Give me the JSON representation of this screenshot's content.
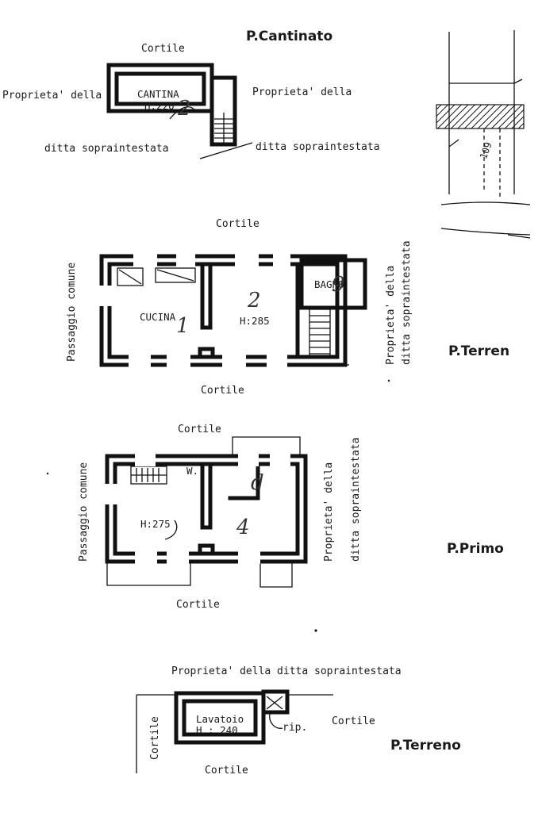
{
  "cantinato": {
    "title": "P.Cantinato",
    "top_label": "Cortile",
    "left_label": "Proprieta' della",
    "right_label": "Proprieta' della",
    "bottom_left": "ditta  sopraintestata",
    "bottom_right": "ditta  sopraintestata",
    "room_name": "CANTINA",
    "room_height": "H:220",
    "hand_mark": "2"
  },
  "terreno": {
    "title": "P.Terren",
    "top_label": "Cortile",
    "bottom_label": "Cortile",
    "left_label": "Passaggio comune",
    "right_label_1": "Proprieta' della",
    "right_label_2": "ditta  sopraintestata",
    "kitchen": "CUCINA",
    "bath": "BAGNO",
    "room_height": "H:285",
    "hand_1": "1",
    "hand_2": "2",
    "hand_3": "9"
  },
  "primo": {
    "title": "P.Primo",
    "top_label": "Cortile",
    "bottom_label": "Cortile",
    "left_label": "Passaggio comune",
    "right_label_1": "Proprieta' della",
    "right_label_2": "ditta  sopraintestata",
    "wc": "W.",
    "room_height": "H:275",
    "hand_1": "4",
    "hand_2": "d"
  },
  "lavatoio": {
    "title": "P.Terreno",
    "top_label": "Proprieta' della  ditta  sopraintestata",
    "left_label": "Cortile",
    "right_label": "Cortile",
    "bottom_label": "Cortile",
    "room_name": "Lavatoio",
    "room_height": "H : 240",
    "rip": "rip."
  },
  "site": {
    "dimension": "109"
  }
}
